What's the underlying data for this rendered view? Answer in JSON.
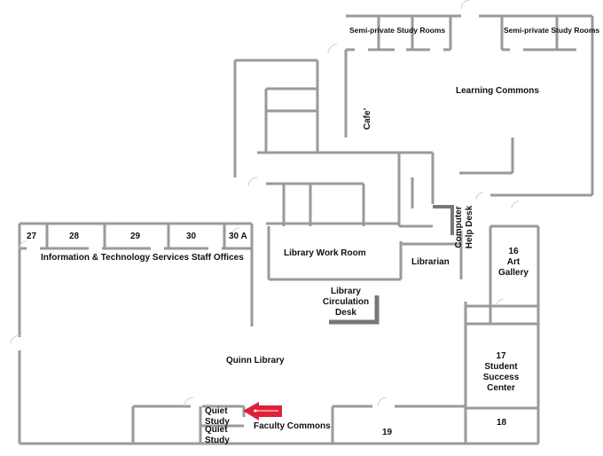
{
  "title": "Quinn Library Floor Plan",
  "rooms": {
    "r27": "27",
    "r28": "28",
    "r29": "29",
    "r30": "30",
    "r30a": "30 A",
    "it_offices": "Information & Technology Services Staff Offices",
    "study_rooms_left": "Semi-private Study Rooms",
    "study_rooms_right": "Semi-private Study Rooms",
    "learning_commons": "Learning Commons",
    "cafe": "Cafe’",
    "work_room": "Library Work Room",
    "librarian": "Librarian",
    "help_desk_1": "Computer",
    "help_desk_2": "Help Desk",
    "art_1": "16",
    "art_2": "Art",
    "art_3": "Gallery",
    "circ_1": "Library",
    "circ_2": "Circulation",
    "circ_3": "Desk",
    "quinn": "Quinn Library",
    "success_1": "17",
    "success_2": "Student",
    "success_3": "Success",
    "success_4": "Center",
    "r18": "18",
    "r19": "19",
    "quiet1_1": "Quiet",
    "quiet1_2": "Study",
    "quiet2_1": "Quiet",
    "quiet2_2": "Study",
    "faculty": "Faculty Commons"
  },
  "colors": {
    "wall": "#9a9a9a",
    "desk": "#777777",
    "arrow": "#e0203a"
  }
}
